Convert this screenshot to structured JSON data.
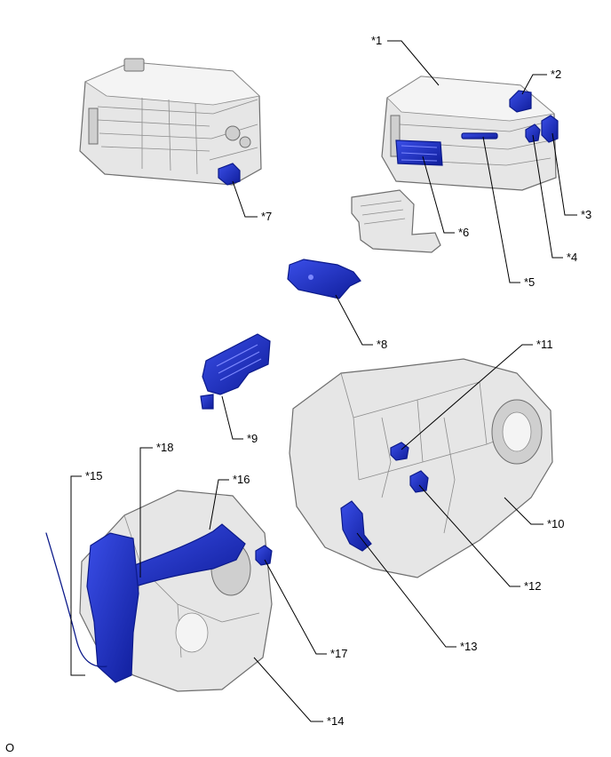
{
  "colors": {
    "part_highlight": "#2233cc",
    "part_highlight_dark": "#0c1a8a",
    "casting": "#e6e6e6",
    "line": "#000000"
  },
  "callouts": [
    {
      "id": "1",
      "label": "*1"
    },
    {
      "id": "2",
      "label": "*2"
    },
    {
      "id": "3",
      "label": "*3"
    },
    {
      "id": "4",
      "label": "*4"
    },
    {
      "id": "5",
      "label": "*5"
    },
    {
      "id": "6",
      "label": "*6"
    },
    {
      "id": "7",
      "label": "*7"
    },
    {
      "id": "8",
      "label": "*8"
    },
    {
      "id": "9",
      "label": "*9"
    },
    {
      "id": "10",
      "label": "*10"
    },
    {
      "id": "11",
      "label": "*11"
    },
    {
      "id": "12",
      "label": "*12"
    },
    {
      "id": "13",
      "label": "*13"
    },
    {
      "id": "14",
      "label": "*14"
    },
    {
      "id": "15",
      "label": "*15"
    },
    {
      "id": "16",
      "label": "*16"
    },
    {
      "id": "17",
      "label": "*17"
    },
    {
      "id": "18",
      "label": "*18"
    }
  ],
  "figure_code": "O"
}
